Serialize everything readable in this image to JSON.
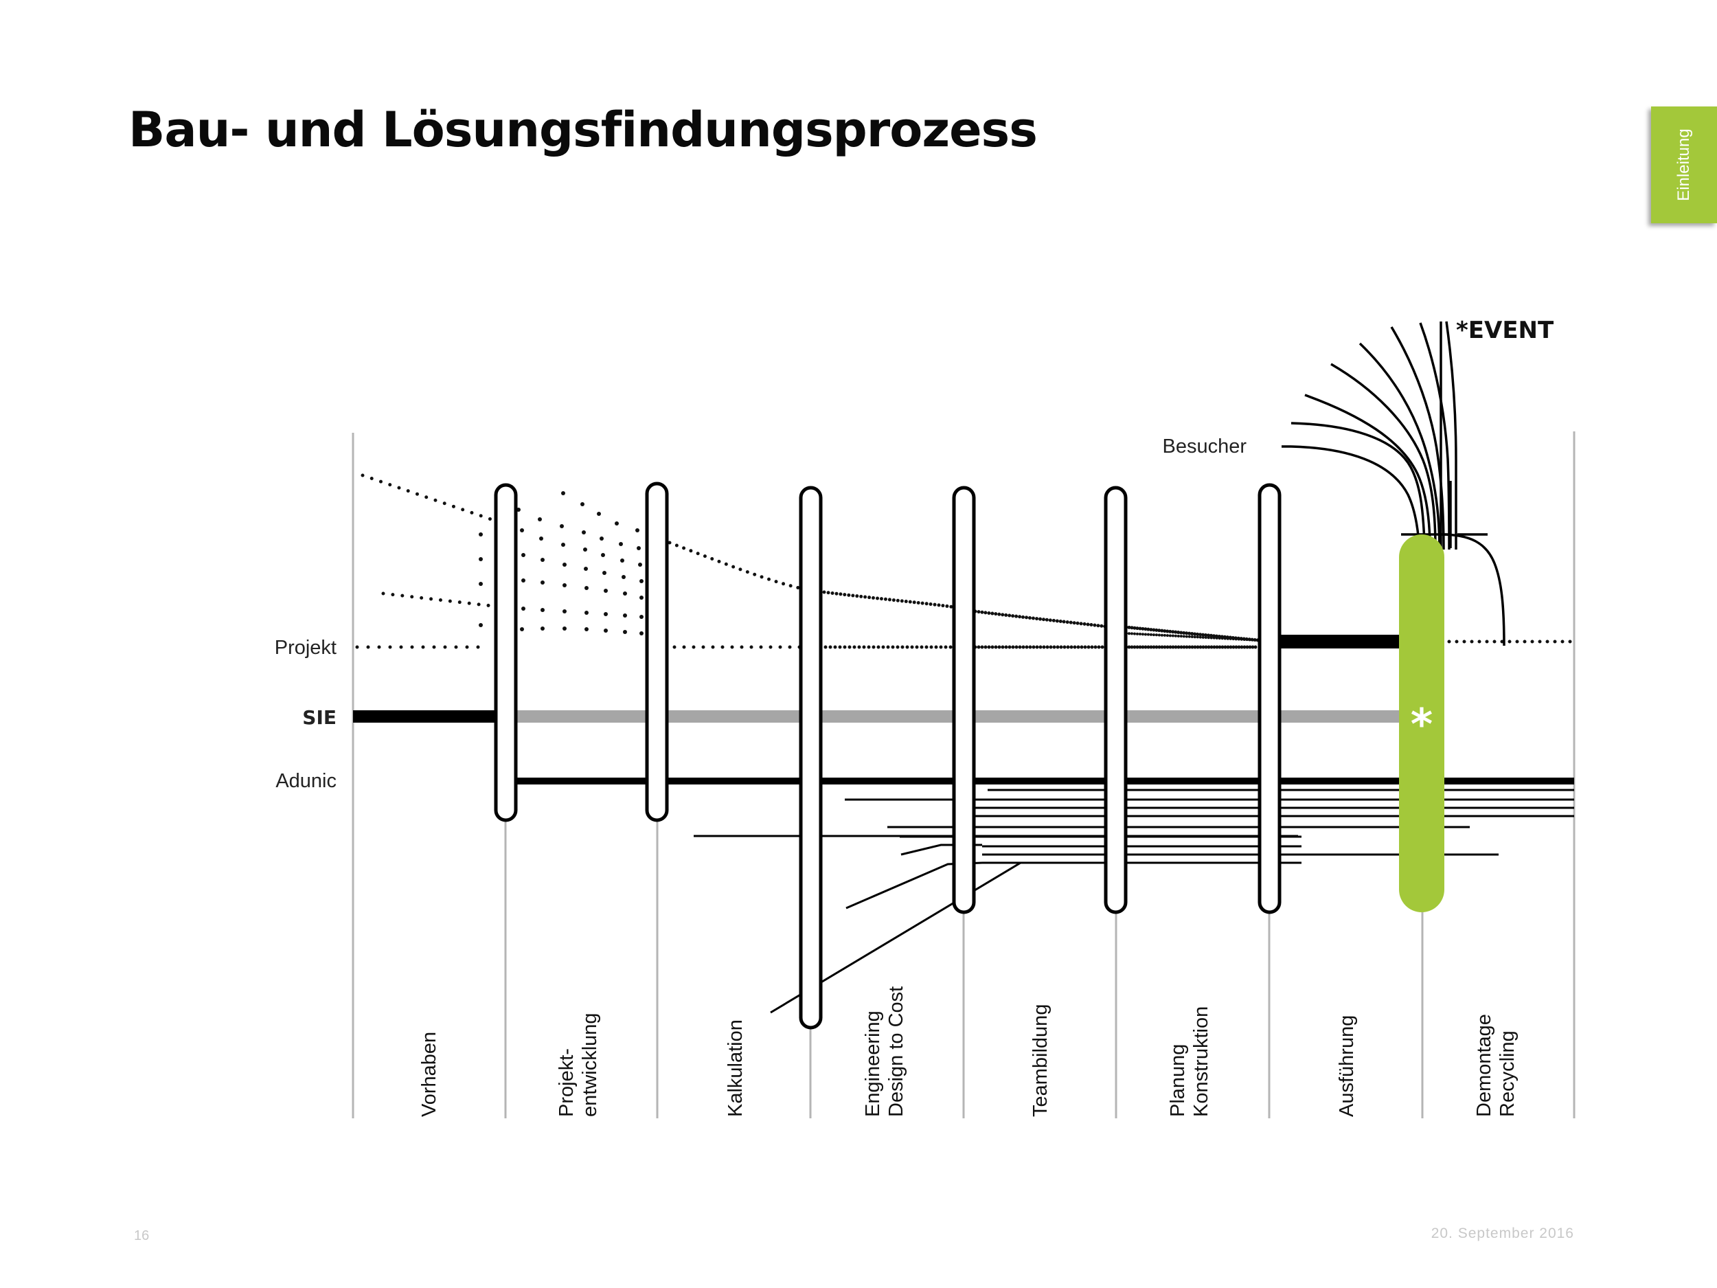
{
  "title": "Bau- und Lösungsfindungsprozess",
  "side_tab": "Einleitung",
  "page_number": "16",
  "date": "20. September 2016",
  "colors": {
    "accent": "#a3c83a",
    "sie_bar": "#a6a6a6",
    "line": "#111111"
  },
  "diagram": {
    "row_labels": {
      "projekt": "Projekt",
      "sie": "SIE",
      "adunic": "Adunic"
    },
    "event_label": "*EVENT",
    "besucher_label": "Besucher",
    "asterisk": "*",
    "phases": [
      {
        "lines": [
          "Vorhaben"
        ]
      },
      {
        "lines": [
          "Projekt-",
          "entwicklung"
        ]
      },
      {
        "lines": [
          "Kalkulation"
        ]
      },
      {
        "lines": [
          "Engineering",
          "Design to Cost"
        ]
      },
      {
        "lines": [
          "Teambildung"
        ]
      },
      {
        "lines": [
          "Planung",
          "Konstruktion"
        ]
      },
      {
        "lines": [
          "Ausführung"
        ]
      },
      {
        "lines": [
          "Demontage",
          "Recycling"
        ]
      }
    ]
  }
}
